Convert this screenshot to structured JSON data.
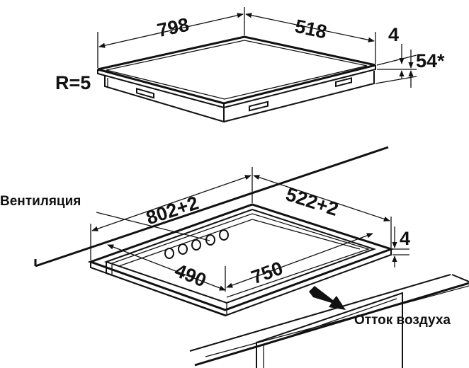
{
  "hob": {
    "width": "798",
    "depth": "518",
    "glass_thickness": "4",
    "height": "54*",
    "corner_radius": "R=5"
  },
  "cutout": {
    "width": "802+2",
    "depth": "522+2",
    "depth_offset": "4",
    "inner_width": "750",
    "inner_depth": "490"
  },
  "labels": {
    "ventilation": "Вентиляция",
    "air_outflow": "Отток воздуха"
  }
}
